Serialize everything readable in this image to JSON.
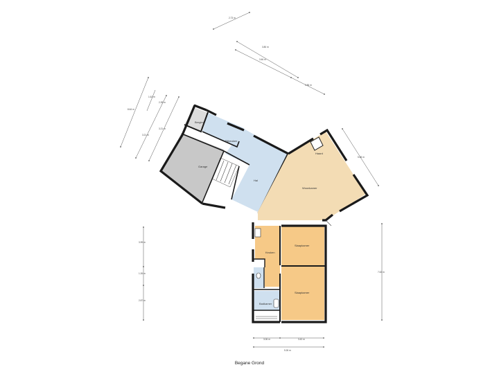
{
  "caption": "Begane Grond",
  "colors": {
    "garage": "#c8c8c8",
    "hallway": "#cfe0ef",
    "living": "#f3dcb4",
    "kitchen": "#f6c987",
    "bedroom": "#f6c987",
    "bathroom": "#cfe0ef",
    "wall": "#1a1a1a"
  },
  "rooms": {
    "berging": "Berging",
    "bijkeuken": "Bijkeuken",
    "garage": "Garage",
    "hal": "Hal",
    "woonkamer": "Woonkamer",
    "haard": "Haard",
    "keuken": "Keuken",
    "slaapkamer_1": "Slaapkamer",
    "slaapkamer_2": "Slaapkamer",
    "badkamer": "Badkamer"
  },
  "dimensions": {
    "top_1": "2.73 m",
    "top_2": "3.80 m",
    "top_3": "3.46 m",
    "top_4": "2.86 m",
    "left_1": "8.64 m",
    "left_2": "1.61 m",
    "left_3": "2.39 m",
    "left_4": "3.21 m",
    "left_5": "3.21 m",
    "right_living": "5.48 m",
    "wing_left_1": "3.99 m",
    "wing_left_2": "1.26 m",
    "wing_left_3": "2.87 m",
    "wing_right": "7.63 m",
    "bottom_1": "3.06 m",
    "bottom_2": "3.43 m",
    "bottom_total": "5.26 m"
  }
}
